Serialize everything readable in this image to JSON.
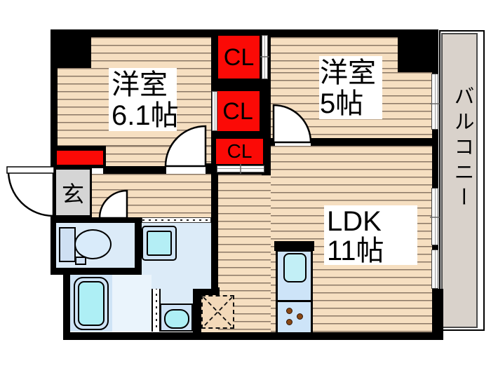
{
  "floorplan": {
    "rooms": {
      "bedroom1": {
        "name": "洋室",
        "size": "6.1帖"
      },
      "bedroom2": {
        "name": "洋室",
        "size": "5帖"
      },
      "ldk": {
        "name": "LDK",
        "size": "11帖"
      }
    },
    "closets": {
      "cl1": "CL",
      "cl2": "CL",
      "cl3": "CL"
    },
    "entrance": {
      "label": "玄"
    },
    "balcony": {
      "label": "バルコニー"
    },
    "colors": {
      "wall": "#000000",
      "floor_base": "#f6dfc1",
      "floor_stripe": "#8a7765",
      "closet_red": "#fb0a06",
      "water_area_blue": "#dcebf8",
      "fixture_cyan": "#aeeff5",
      "kitchen_blue": "#cde4f8",
      "balcony_gray": "#d9d2cb",
      "entrance_gray": "#d5d5d5"
    }
  }
}
